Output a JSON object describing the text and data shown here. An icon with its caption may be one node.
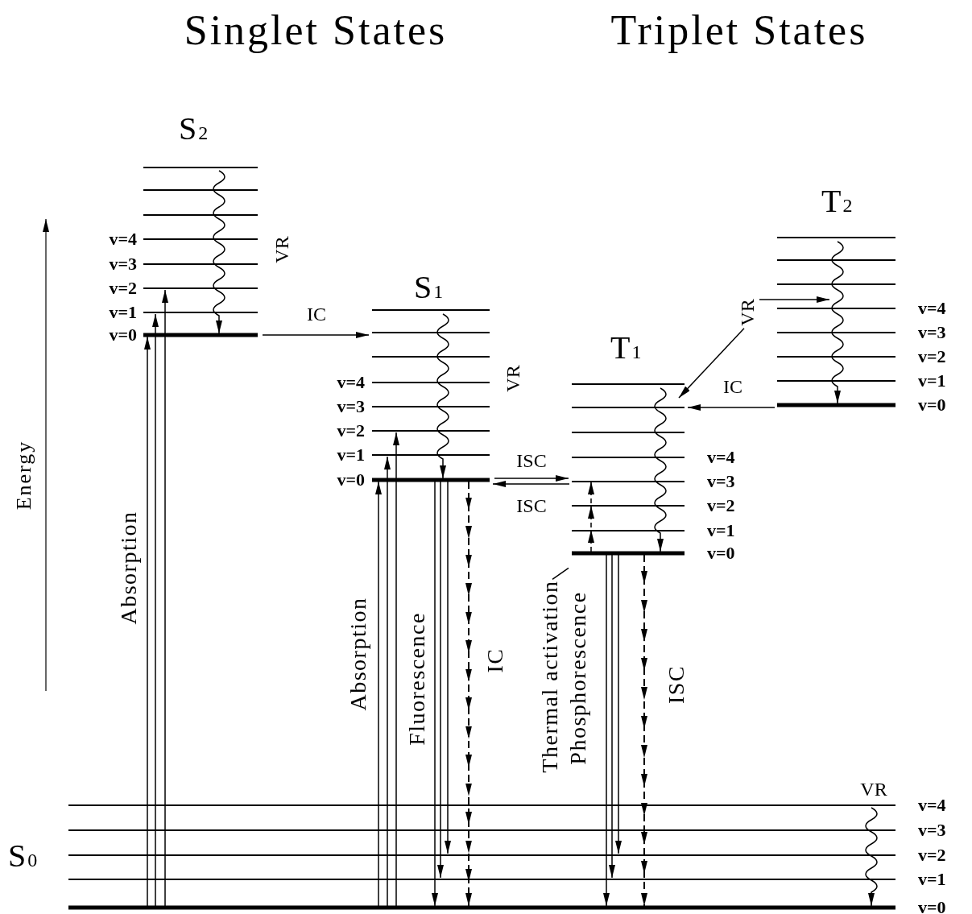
{
  "diagram": {
    "nodes": [
      {
        "text": [
          "S$_{2}$"
        ],
        "beside": [
          "v=4",
          "v=3",
          "v=2",
          "v=1",
          "v=0"
        ]
      },
      {
        "text": [
          "S$_{1}$"
        ],
        "beside": [
          "v=4",
          "v=3",
          "v=2",
          "v=1",
          "v=0"
        ]
      },
      {
        "text": [
          "T$_{1}$"
        ],
        "beside": [
          "v=4",
          "v=3",
          "v=2",
          "v=1",
          "v=0"
        ]
      },
      {
        "text": [
          "T$_{2}$"
        ],
        "beside": [
          "v=4",
          "v=3",
          "v=2",
          "v=1",
          "v=0"
        ]
      },
      {
        "text": [
          "S$_{0}$"
        ],
        "beside": [
          "v=4",
          "v=3",
          "v=2",
          "v=1",
          "v=0"
        ]
      },
      {
        "text": [
          "VR"
        ]
      },
      {
        "text": [
          "Thermal activation"
        ]
      }
    ],
    "edges": [
      {
        "from": 4,
        "to": 0,
        "arrow": "to",
        "label": "Absorption"
      },
      {
        "from": 4,
        "to": 0,
        "arrow": "to"
      },
      {
        "from": 4,
        "to": 0,
        "arrow": "to"
      },
      {
        "from": 0,
        "to": 1,
        "arrow": "to",
        "label": "IC"
      },
      {
        "from": 4,
        "to": 1,
        "arrow": "to",
        "label": "Absorption"
      },
      {
        "from": 4,
        "to": 1,
        "arrow": "to"
      },
      {
        "from": 4,
        "to": 1,
        "arrow": "to"
      },
      {
        "from": 1,
        "to": 4,
        "arrow": "to",
        "label": "Fluorescence"
      },
      {
        "from": 1,
        "to": 4,
        "arrow": "to"
      },
      {
        "from": 1,
        "to": 4,
        "arrow": "to"
      },
      {
        "from": 1,
        "to": 4,
        "arrow": "to",
        "label": "IC",
        "style": "dashed"
      },
      {
        "from": 1,
        "to": 2,
        "arrow": "to",
        "label": "ISC"
      },
      {
        "from": 2,
        "to": 1,
        "arrow": "to",
        "label": "ISC"
      },
      {
        "from": 3,
        "to": 2,
        "arrow": "to",
        "label": "IC"
      },
      {
        "from": 2,
        "to": 4,
        "arrow": "to",
        "label": "Phosphorescence"
      },
      {
        "from": 2,
        "to": 4,
        "arrow": "to"
      },
      {
        "from": 2,
        "to": 4,
        "arrow": "to"
      },
      {
        "from": 2,
        "to": 4,
        "arrow": "to",
        "label": "ISC",
        "style": "dashed"
      },
      {
        "from": 5,
        "to": 3,
        "arrow": "to"
      },
      {
        "from": 5,
        "to": 2,
        "arrow": "to"
      },
      {
        "from": 6,
        "to": null,
        "arrow": "none"
      }
    ],
    "labels": [
      "Singlet States",
      "Triplet States",
      "Energy",
      "VR",
      "VR",
      "VR"
    ]
  }
}
